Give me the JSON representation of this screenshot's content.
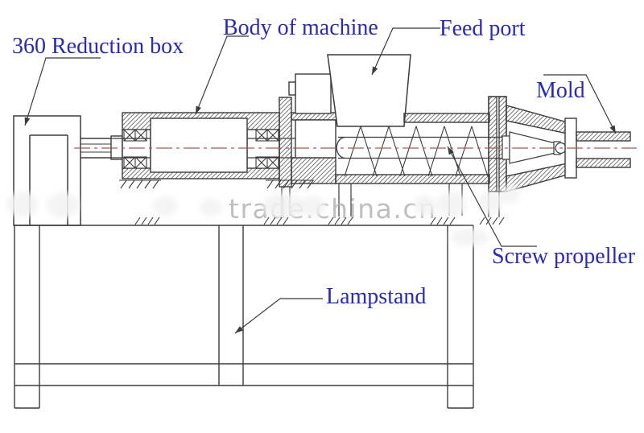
{
  "labels": {
    "reduction_box": "360 Reduction box",
    "body_of_machine": "Body of machine",
    "feed_port": "Feed port",
    "mold": "Mold",
    "screw_propeller": "Screw propeller",
    "lampstand": "Lampstand"
  },
  "watermark": {
    "text": "trade.china.cn"
  },
  "colors": {
    "label_blue": "#2a2ab5",
    "line_dark": "#3b3b3b",
    "hatch_gray": "#6a6a6a",
    "centerline_red": "#a85858",
    "watermark_gray": "#b0b0b0",
    "background": "#ffffff"
  }
}
